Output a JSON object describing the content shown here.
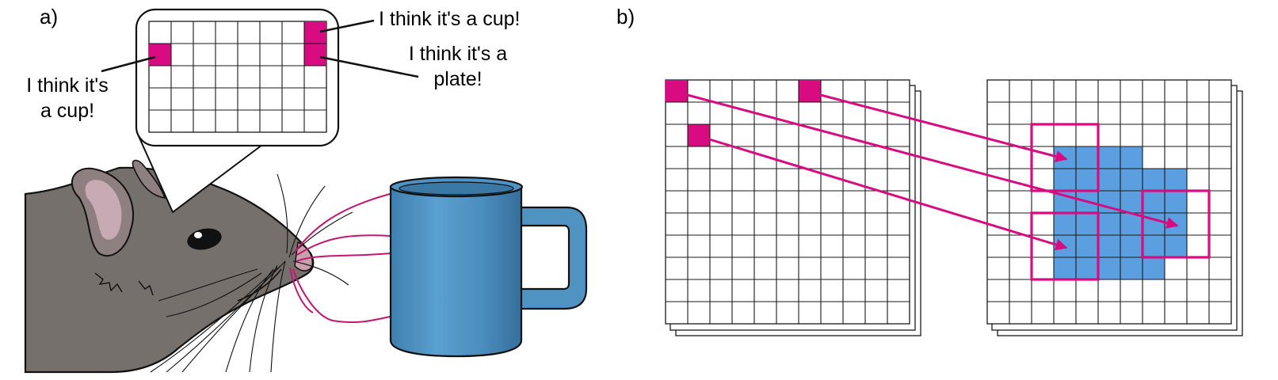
{
  "panels": {
    "a": {
      "label": "a)",
      "speech": [
        {
          "lines": [
            "I think it's a cup!"
          ]
        },
        {
          "lines": [
            "I think it's a",
            "plate!"
          ]
        },
        {
          "lines": [
            "I think it's",
            "a cup!"
          ]
        }
      ]
    },
    "b": {
      "label": "b)"
    }
  },
  "colors": {
    "accent": "#d80b80",
    "blue_region": "#5b9fe0",
    "mug": "#4f93c2",
    "rat_fur": "#76706c",
    "ear_inner": "#c8aab4"
  }
}
